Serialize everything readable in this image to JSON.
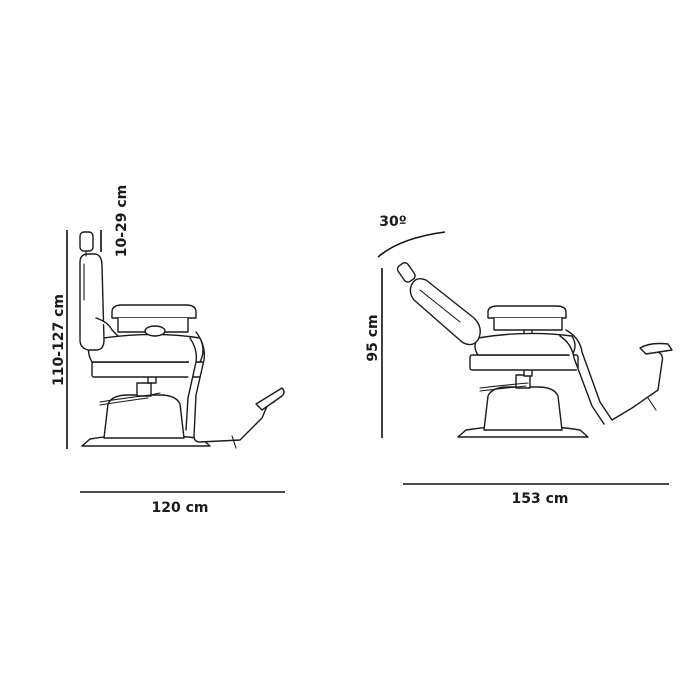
{
  "diagram": {
    "left_view": {
      "height_label": "110-127 cm",
      "headrest_label": "10-29 cm",
      "width_label": "120 cm"
    },
    "right_view": {
      "angle_label": "30º",
      "height_label": "95 cm",
      "width_label": "153 cm"
    }
  }
}
